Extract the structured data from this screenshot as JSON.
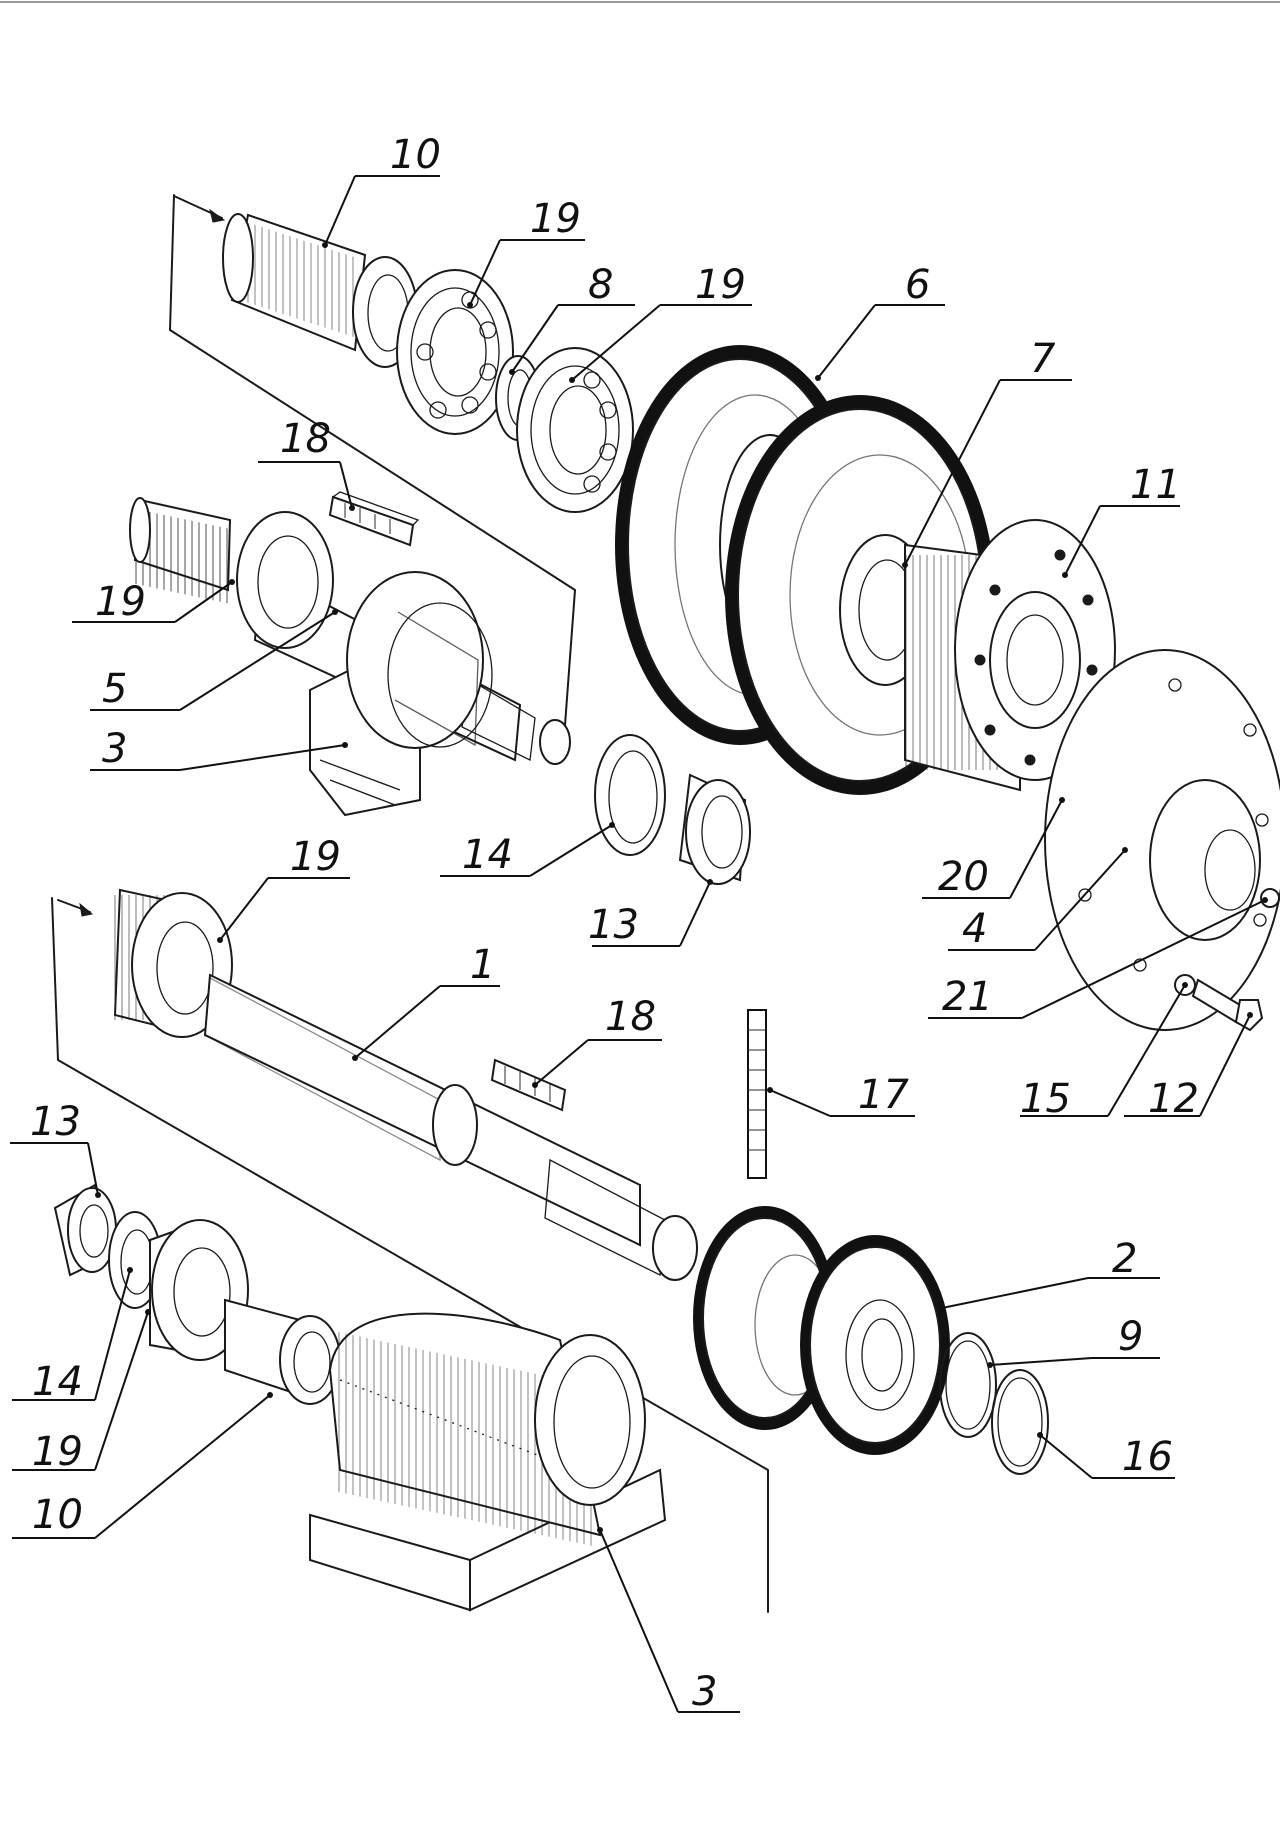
{
  "callouts": [
    {
      "id": "c10a",
      "label": "10"
    },
    {
      "id": "c19a",
      "label": "19"
    },
    {
      "id": "c8",
      "label": "8"
    },
    {
      "id": "c19b",
      "label": "19"
    },
    {
      "id": "c6",
      "label": "6"
    },
    {
      "id": "c7",
      "label": "7"
    },
    {
      "id": "c18a",
      "label": "18"
    },
    {
      "id": "c11",
      "label": "11"
    },
    {
      "id": "c19c",
      "label": "19"
    },
    {
      "id": "c5",
      "label": "5"
    },
    {
      "id": "c3a",
      "label": "3"
    },
    {
      "id": "c14a",
      "label": "14"
    },
    {
      "id": "c13a",
      "label": "13"
    },
    {
      "id": "c20",
      "label": "20"
    },
    {
      "id": "c4",
      "label": "4"
    },
    {
      "id": "c19d",
      "label": "19"
    },
    {
      "id": "c1",
      "label": "1"
    },
    {
      "id": "c21",
      "label": "21"
    },
    {
      "id": "c18b",
      "label": "18"
    },
    {
      "id": "c17",
      "label": "17"
    },
    {
      "id": "c15",
      "label": "15"
    },
    {
      "id": "c12",
      "label": "12"
    },
    {
      "id": "c13b",
      "label": "13"
    },
    {
      "id": "c2",
      "label": "2"
    },
    {
      "id": "c9",
      "label": "9"
    },
    {
      "id": "c14b",
      "label": "14"
    },
    {
      "id": "c16",
      "label": "16"
    },
    {
      "id": "c19e",
      "label": "19"
    },
    {
      "id": "c10b",
      "label": "10"
    },
    {
      "id": "c3b",
      "label": "3"
    }
  ]
}
